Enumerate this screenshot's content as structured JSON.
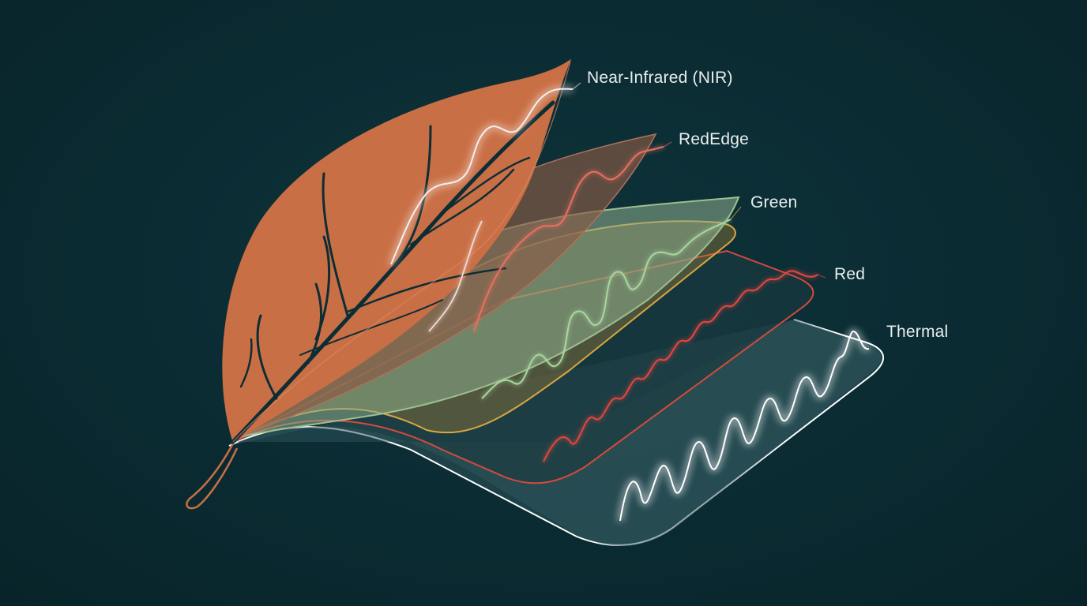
{
  "bands": [
    {
      "id": "nir",
      "label": "Near-Infrared (NIR)",
      "color": "#f3e6e2"
    },
    {
      "id": "rededge",
      "label": "RedEdge",
      "color": "#e8705f"
    },
    {
      "id": "green",
      "label": "Green",
      "color": "#a9d6a0"
    },
    {
      "id": "red",
      "label": "Red",
      "color": "#e5453f"
    },
    {
      "id": "thermal",
      "label": "Thermal",
      "color": "#ffffff"
    }
  ],
  "colors": {
    "background": "#0b2b33",
    "leaf": "#c96f45",
    "leaf_veins": "#0d2d35",
    "rededge_layer": "#8a5a45",
    "green_layer": "#8fae8e",
    "yellow_layer": "#b58a36",
    "red_layer_outline": "#d64a3e",
    "thermal_layer": "#2e535a"
  }
}
